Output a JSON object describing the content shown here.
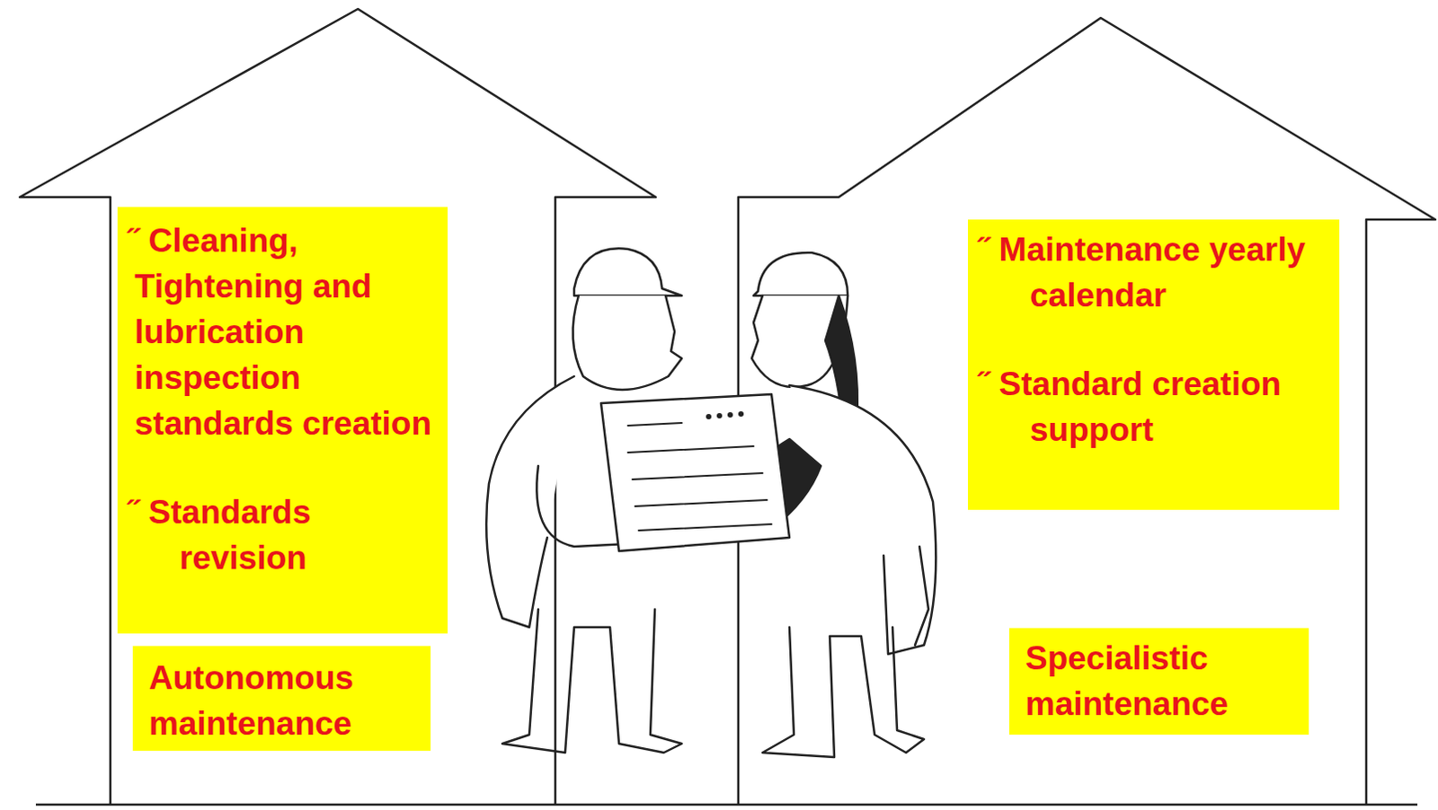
{
  "diagram": {
    "nodes": [
      {
        "text": [
          "˝ Cleaning, Tightening and lubrication inspection standards creation",
          "˝ Standards revision"
        ]
      },
      {
        "text": [
          "Autonomous maintenance"
        ]
      },
      {
        "text": [
          "˝ Maintenance yearly calendar",
          "˝ Standard creation support"
        ]
      },
      {
        "text": [
          "Specialistic maintenance"
        ]
      }
    ]
  }
}
